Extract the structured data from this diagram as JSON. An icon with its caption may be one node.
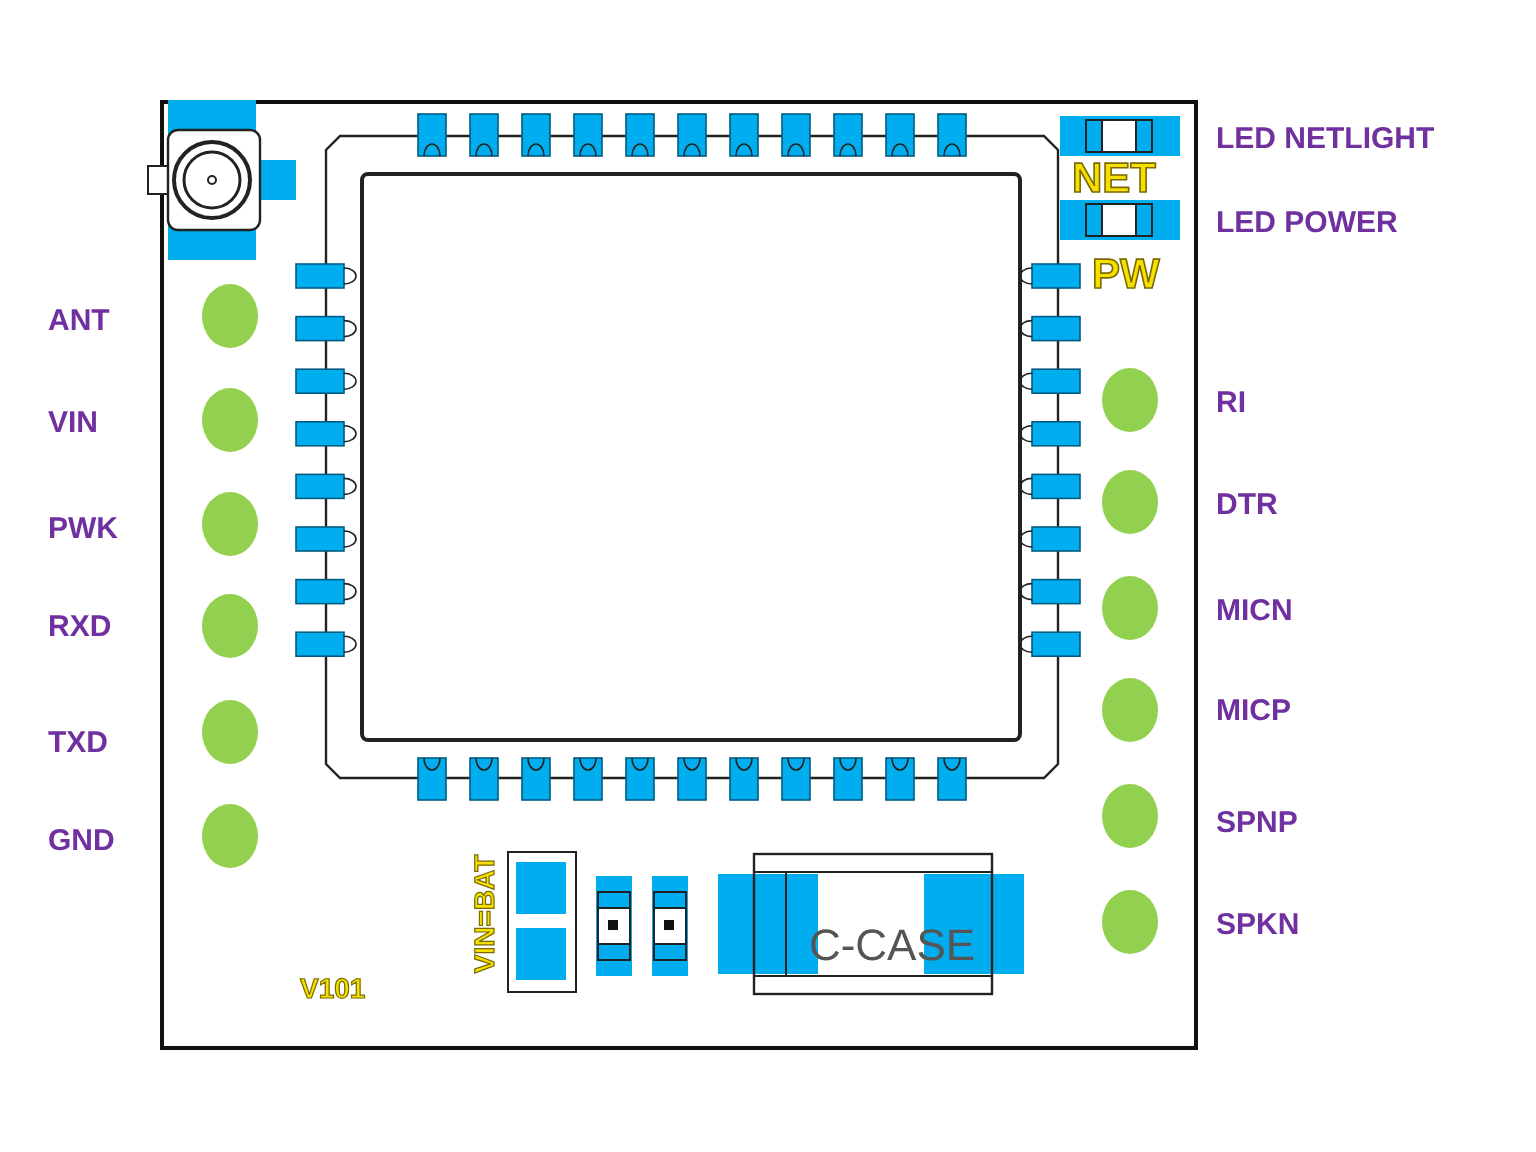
{
  "diagram": {
    "labels": [
      "LED NETLIGHT",
      "NET",
      "LED POWER",
      "PW",
      "ANT",
      "RI",
      "VIN",
      "DTR",
      "PWK",
      "MICN",
      "RXD",
      "MICP",
      "TXD",
      "SPNP",
      "GND",
      "SPKN",
      "VIN=BAT",
      "C-CASE",
      "V101"
    ]
  }
}
